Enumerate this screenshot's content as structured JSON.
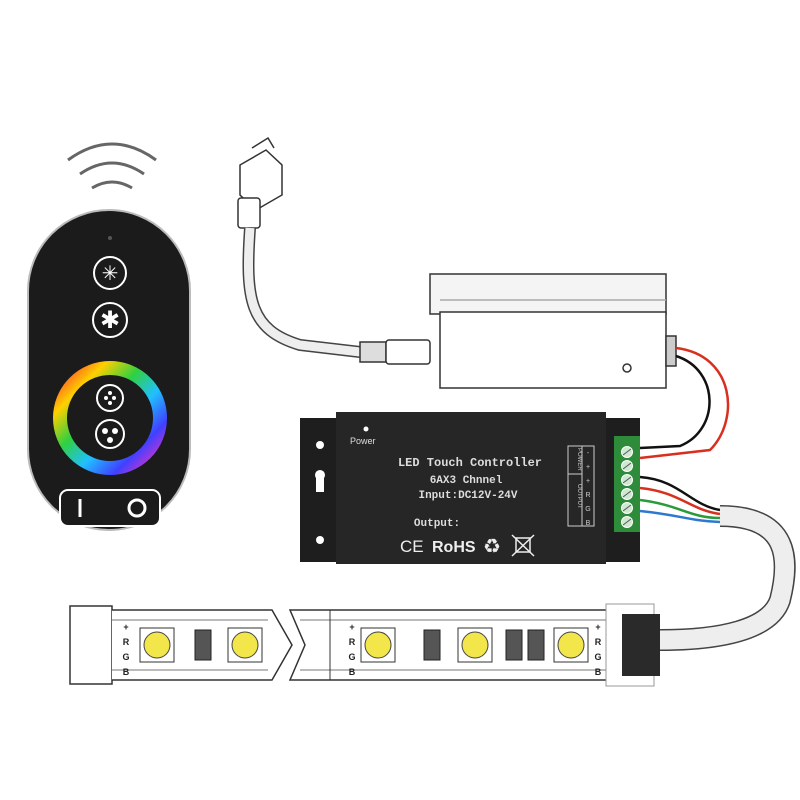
{
  "controller": {
    "power_label": "Power",
    "title": "LED Touch Controller",
    "channel": "6AX3 Chnnel",
    "input": "Input:DC12V-24V",
    "output_label": "Output:",
    "ce_mark": "CE",
    "rohs_mark": "RoHS",
    "terminal_group_power": "POWER",
    "terminal_group_output": "OUTPUT",
    "terminal_labels": [
      "-",
      "+",
      "+",
      "R",
      "G",
      "B"
    ]
  },
  "strip": {
    "pad_labels": [
      "+",
      "R",
      "G",
      "B"
    ]
  },
  "colors": {
    "device_body": "#1e1e1e",
    "terminal_green": "#2e8b3a",
    "led_yellow": "#f3e64a",
    "wire_red": "#d8301e",
    "wire_green": "#2a9a3a",
    "wire_blue": "#2f78d0"
  }
}
